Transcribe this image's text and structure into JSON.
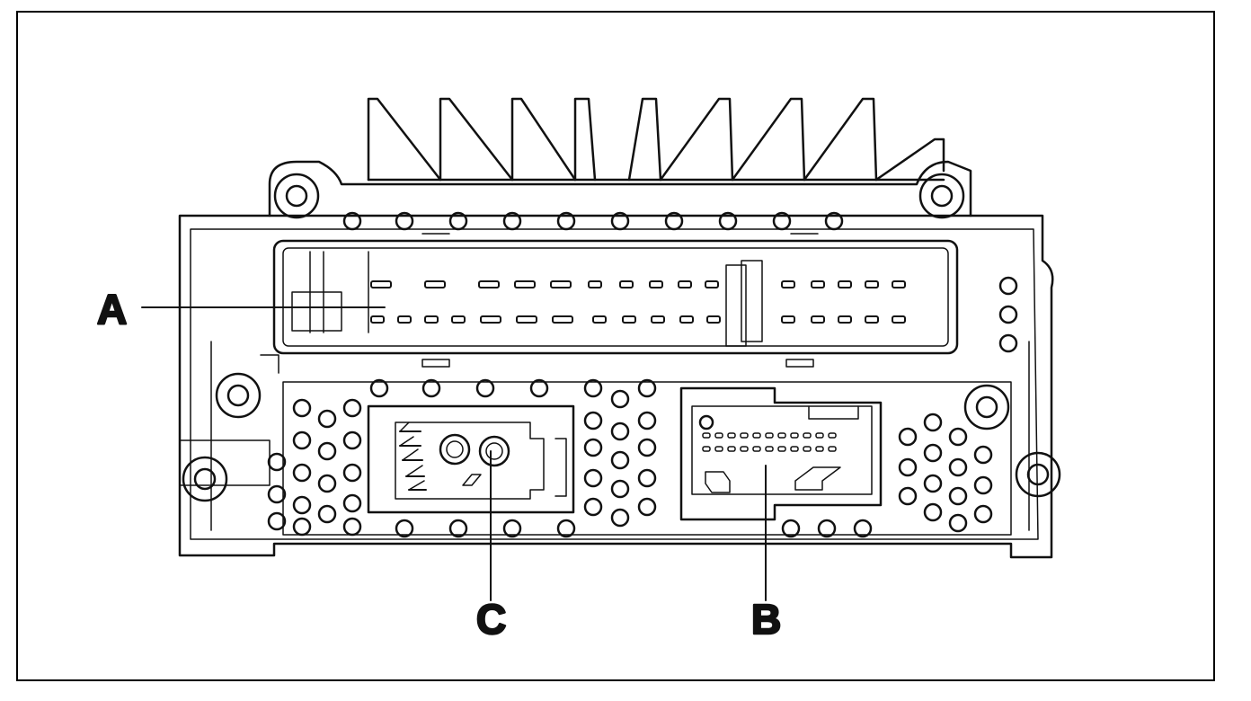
{
  "diagram": {
    "labels": {
      "a": "A",
      "b": "B",
      "c": "C"
    },
    "colors": {
      "ink": "#111111",
      "paper": "#ffffff",
      "label": "#222222"
    }
  }
}
